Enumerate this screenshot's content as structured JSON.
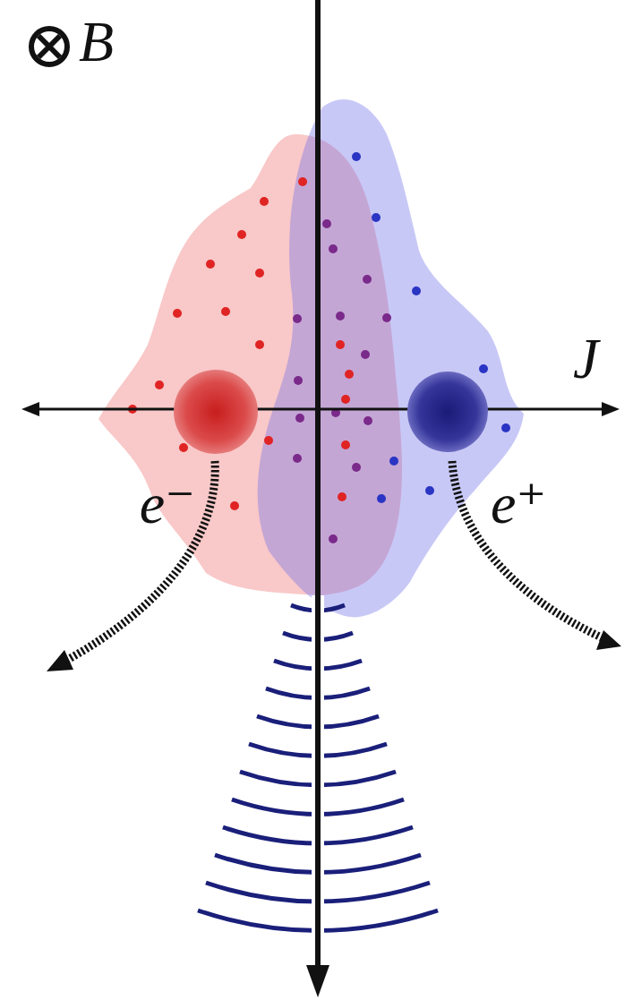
{
  "diagram": {
    "labels": [
      "B",
      "J",
      "e⁻",
      "e⁺"
    ]
  }
}
